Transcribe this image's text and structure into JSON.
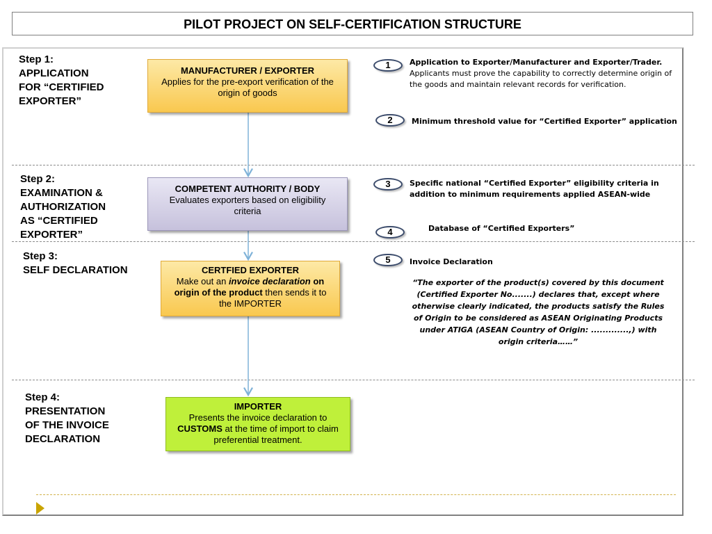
{
  "title": "PILOT PROJECT ON SELF-CERTIFICATION STRUCTURE",
  "steps": [
    {
      "lines": [
        "Step 1:",
        "APPLICATION",
        "FOR  “CERTIFIED",
        "EXPORTER”"
      ]
    },
    {
      "lines": [
        "Step 2:",
        "EXAMINATION &",
        "AUTHORIZATION",
        "AS “CERTIFIED",
        "EXPORTER”"
      ]
    },
    {
      "lines": [
        "Step 3:",
        "SELF DECLARATION"
      ]
    },
    {
      "lines": [
        "Step 4:",
        "PRESENTATION",
        "OF THE INVOICE",
        "DECLARATION"
      ]
    }
  ],
  "boxes": {
    "manufacturer": {
      "title": "MANUFACTURER / EXPORTER",
      "text": "Applies for the pre-export verification of the origin of goods"
    },
    "authority": {
      "title": "COMPETENT AUTHORITY / BODY",
      "text": "Evaluates exporters based on eligibility criteria"
    },
    "certified": {
      "title": "CERTFIED EXPORTER",
      "t1": "Make out an ",
      "t2": "invoice declaration",
      "t3": " on origin of the product",
      "t4": "  then  sends it to the IMPORTER"
    },
    "importer": {
      "title": "IMPORTER",
      "t1": "Presents the invoice declaration to ",
      "t2": "CUSTOMS",
      "t3": " at the time of import to claim preferential treatment."
    }
  },
  "notes": [
    {
      "num": "1",
      "bold": "Application  to Exporter/Manufacturer and Exporter/Trader.",
      "text": "Applicants must prove the capability to correctly determine origin of the goods and maintain relevant records for verification."
    },
    {
      "num": "2",
      "bold": "Minimum threshold value for “Certified Exporter” application",
      "text": ""
    },
    {
      "num": "3",
      "bold": "Specific national “Certified Exporter” eligibility criteria in addition to minimum requirements applied ASEAN-wide",
      "text": ""
    },
    {
      "num": "4",
      "bold": "Database of “Certified Exporters”",
      "text": ""
    },
    {
      "num": "5",
      "bold": "Invoice Declaration",
      "text": ""
    }
  ],
  "declaration_quote": "“The exporter of the product(s)  covered by this document (Certified Exporter No.......) declares that, except where otherwise clearly indicated, the products satisfy the Rules of Origin to be considered as ASEAN Originating Products under ATIGA (ASEAN Country of Origin: .............,) with origin criteria……”",
  "colors": {
    "arrow": "#7fb2d8",
    "orange_box": "#f9c84f",
    "purple_box": "#c6c1dc",
    "green_box": "#bff03a",
    "oval_border": "#3b4b6b"
  }
}
